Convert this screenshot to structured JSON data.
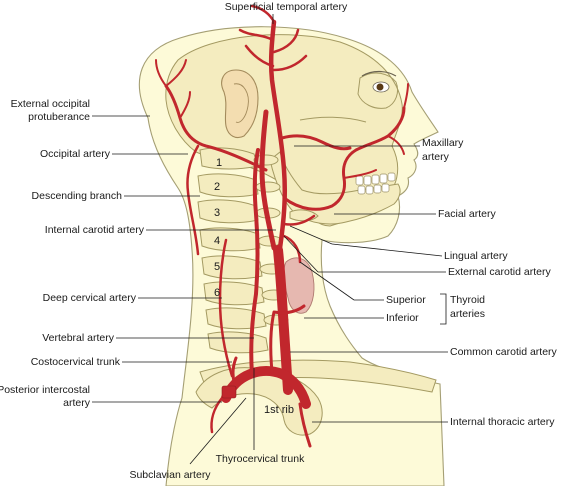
{
  "labels": {
    "superficial_temporal": "Superficial temporal artery",
    "external_occipital_1": "External occipital",
    "external_occipital_2": "protuberance",
    "occipital": "Occipital artery",
    "descending_branch": "Descending branch",
    "internal_carotid": "Internal carotid artery",
    "deep_cervical": "Deep cervical artery",
    "vertebral": "Vertebral artery",
    "costocervical": "Costocervical trunk",
    "posterior_intercostal_1": "Posterior intercostal",
    "posterior_intercostal_2": "artery",
    "subclavian": "Subclavian artery",
    "thyrocervical": "Thyrocervical trunk",
    "maxillary_1": "Maxillary",
    "maxillary_2": "artery",
    "facial": "Facial artery",
    "lingual": "Lingual artery",
    "external_carotid": "External carotid artery",
    "superior": "Superior",
    "inferior": "Inferior",
    "thyroid_1": "Thyroid",
    "thyroid_2": "arteries",
    "common_carotid": "Common carotid artery",
    "internal_thoracic": "Internal thoracic artery",
    "first_rib": "1st rib"
  },
  "vertebra_numbers": [
    "1",
    "2",
    "3",
    "4",
    "5",
    "6"
  ],
  "colors": {
    "artery": "#c1272d",
    "skin": "#fdfad8",
    "bone": "#f4ecbf",
    "outline": "#a59f74"
  }
}
